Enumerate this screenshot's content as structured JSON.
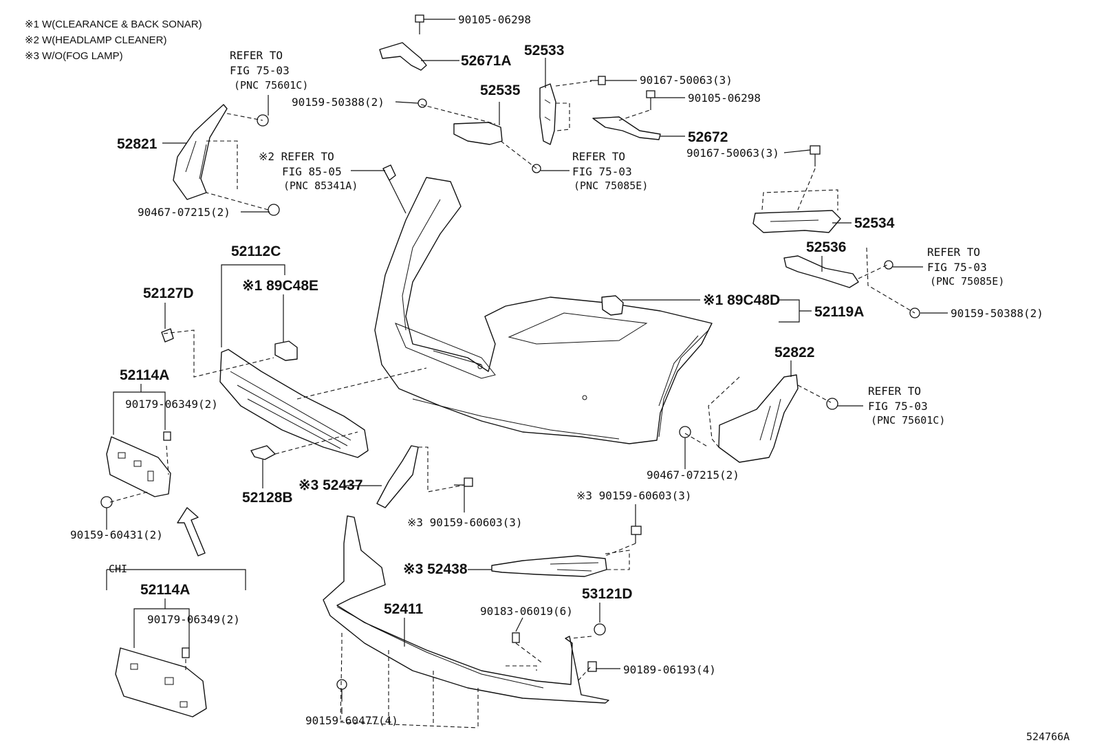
{
  "notes": [
    "※1 W(CLEARANCE & BACK SONAR)",
    "※2 W(HEADLAMP CLEANER)",
    "※3 W/O(FOG LAMP)"
  ],
  "refs": {
    "r1": [
      "REFER TO",
      "FIG 75-03",
      "(PNC 75601C)"
    ],
    "r2": [
      "※2 REFER TO",
      "FIG 85-05",
      "(PNC 85341A)"
    ],
    "r3": [
      "REFER TO",
      "FIG 75-03",
      "(PNC 75085E)"
    ],
    "r4": [
      "REFER TO",
      "FIG 75-03",
      "(PNC 75085E)"
    ],
    "r5": [
      "REFER TO",
      "FIG 75-03",
      "(PNC 75601C)"
    ]
  },
  "parts": {
    "p90105a": "90105-06298",
    "p52671A": "52671A",
    "p52533": "52533",
    "p90167a": "90167-50063(3)",
    "p52535": "52535",
    "p90159_388a": "90159-50388(2)",
    "p90105b": "90105-06298",
    "p52672": "52672",
    "p90167b": "90167-50063(3)",
    "p52821": "52821",
    "p90467a": "90467-07215(2)",
    "p52534": "52534",
    "p52536": "52536",
    "p52112C": "52112C",
    "p89C48E": "※1 89C48E",
    "p52127D": "52127D",
    "p89C48D": "※1 89C48D",
    "p52119A": "52119A",
    "p90159_388b": "90159-50388(2)",
    "p52114A": "52114A",
    "p90179a": "90179-06349(2)",
    "p52822": "52822",
    "p52128B": "52128B",
    "p52437": "※3 52437",
    "p90467b": "90467-07215(2)",
    "p90159_603a": "※3 90159-60603(3)",
    "p90159_603b": "※3 90159-60603(3)",
    "p90159_431": "90159-60431(2)",
    "p52438": "※3 52438",
    "chi": "CHI",
    "p52114A_chi": "52114A",
    "p52411": "52411",
    "p53121D": "53121D",
    "p90183": "90183-06019(6)",
    "p90179b": "90179-06349(2)",
    "p90189": "90189-06193(4)",
    "p90159_477": "90159-60477(4)",
    "figid": "524766A"
  },
  "colors": {
    "line": "#111111",
    "background": "#ffffff"
  }
}
